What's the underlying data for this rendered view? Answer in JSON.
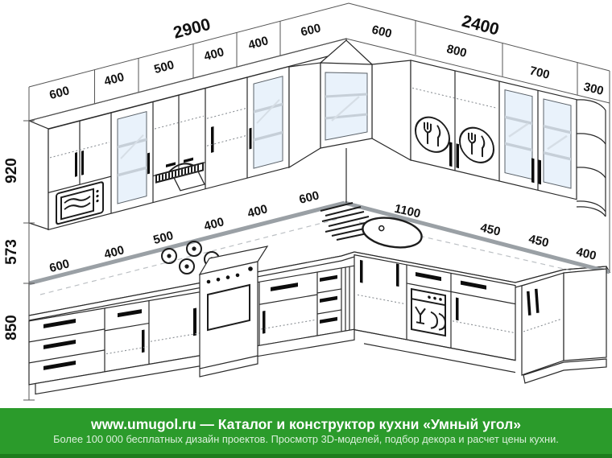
{
  "banner": {
    "title": "www.umugol.ru — Каталог и конструктор кухни «Умный угол»",
    "subtitle": "Более 100 000 бесплатных дизайн проектов. Просмотр 3D-моделей, подбор декора и расчет цены кухни.",
    "bg": "#2b9b2b",
    "bg_bottom_strip": "#1d7d1d",
    "title_color": "#ffffff",
    "subtitle_color": "#dcf0dc"
  },
  "dimensions": {
    "wall_left_total": "2900",
    "wall_right_total": "2400",
    "upper_left": [
      "600",
      "400",
      "500",
      "400",
      "400",
      "600"
    ],
    "upper_right": [
      "600",
      "800",
      "700",
      "300"
    ],
    "heights": [
      "920",
      "573",
      "850"
    ],
    "counter_left": [
      "600",
      "400",
      "500",
      "400",
      "400",
      "600"
    ],
    "counter_right": [
      "1100",
      "450",
      "450",
      "400"
    ]
  },
  "icons": {
    "microwave": "microwave-icon",
    "extractor_hood": "extractor-hood-icon",
    "cooktop": "cooktop-burners-icon",
    "stove": "oven-stove-icon",
    "sink": "sink-icon",
    "drainboard": "drainboard-icon",
    "dish_rack_left": "dish-rack-icon",
    "dish_rack_right": "dish-rack-icon",
    "dishwasher": "dishwasher-icon",
    "corner_shelves": "corner-shelves-icon"
  },
  "colors": {
    "line": "#2a2a2a",
    "glass": "#e9f2fb",
    "counter_edge_gray": "#9aa0a5",
    "banner_green": "#2b9b2b"
  }
}
